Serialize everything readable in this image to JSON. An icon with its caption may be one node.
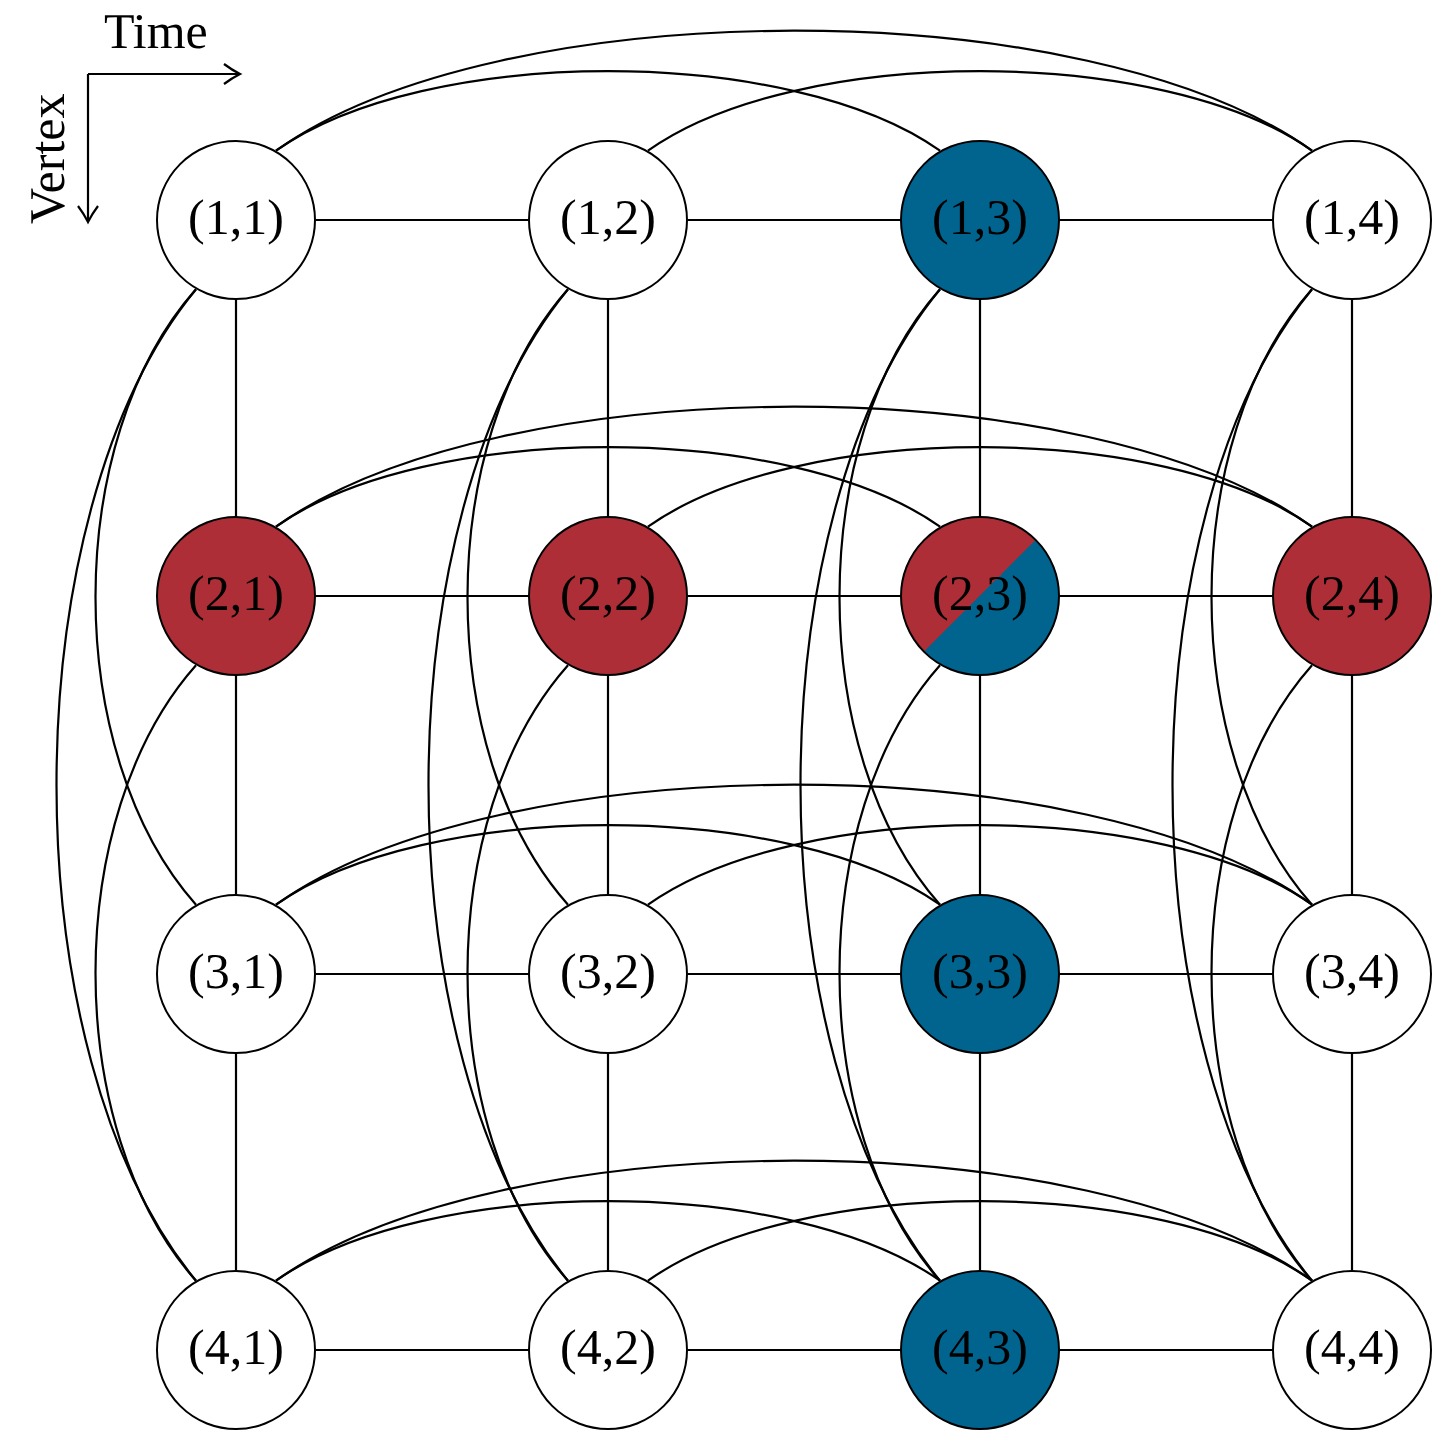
{
  "diagram": {
    "nodes": [
      {
        "text": [
          "(1,1)"
        ]
      },
      {
        "text": [
          "(1,2)"
        ]
      },
      {
        "text": [
          "(1,3)"
        ]
      },
      {
        "text": [
          "(1,4)"
        ]
      },
      {
        "text": [
          "(2,1)"
        ]
      },
      {
        "text": [
          "(2,2)"
        ]
      },
      {
        "text": [
          "(2,3)"
        ]
      },
      {
        "text": [
          "(2,4)"
        ]
      },
      {
        "text": [
          "(3,1)"
        ]
      },
      {
        "text": [
          "(3,2)"
        ]
      },
      {
        "text": [
          "(3,3)"
        ]
      },
      {
        "text": [
          "(3,4)"
        ]
      },
      {
        "text": [
          "(4,1)"
        ]
      },
      {
        "text": [
          "(4,2)"
        ]
      },
      {
        "text": [
          "(4,3)"
        ]
      },
      {
        "text": [
          "(4,4)"
        ]
      }
    ],
    "edges": [
      {
        "from": 0,
        "to": 1,
        "arrow": "none"
      },
      {
        "from": 0,
        "to": 2,
        "arrow": "none"
      },
      {
        "from": 0,
        "to": 3,
        "arrow": "none"
      },
      {
        "from": 1,
        "to": 2,
        "arrow": "none"
      },
      {
        "from": 1,
        "to": 3,
        "arrow": "none"
      },
      {
        "from": 2,
        "to": 3,
        "arrow": "none"
      },
      {
        "from": 4,
        "to": 5,
        "arrow": "none"
      },
      {
        "from": 4,
        "to": 6,
        "arrow": "none"
      },
      {
        "from": 4,
        "to": 7,
        "arrow": "none"
      },
      {
        "from": 5,
        "to": 6,
        "arrow": "none"
      },
      {
        "from": 5,
        "to": 7,
        "arrow": "none"
      },
      {
        "from": 6,
        "to": 7,
        "arrow": "none"
      },
      {
        "from": 8,
        "to": 9,
        "arrow": "none"
      },
      {
        "from": 8,
        "to": 10,
        "arrow": "none"
      },
      {
        "from": 8,
        "to": 11,
        "arrow": "none"
      },
      {
        "from": 9,
        "to": 10,
        "arrow": "none"
      },
      {
        "from": 9,
        "to": 11,
        "arrow": "none"
      },
      {
        "from": 10,
        "to": 11,
        "arrow": "none"
      },
      {
        "from": 12,
        "to": 13,
        "arrow": "none"
      },
      {
        "from": 12,
        "to": 14,
        "arrow": "none"
      },
      {
        "from": 12,
        "to": 15,
        "arrow": "none"
      },
      {
        "from": 13,
        "to": 14,
        "arrow": "none"
      },
      {
        "from": 13,
        "to": 15,
        "arrow": "none"
      },
      {
        "from": 14,
        "to": 15,
        "arrow": "none"
      },
      {
        "from": 0,
        "to": 4,
        "arrow": "none"
      },
      {
        "from": 0,
        "to": 8,
        "arrow": "none"
      },
      {
        "from": 0,
        "to": 12,
        "arrow": "none"
      },
      {
        "from": 4,
        "to": 8,
        "arrow": "none"
      },
      {
        "from": 4,
        "to": 12,
        "arrow": "none"
      },
      {
        "from": 8,
        "to": 12,
        "arrow": "none"
      },
      {
        "from": 1,
        "to": 5,
        "arrow": "none"
      },
      {
        "from": 1,
        "to": 9,
        "arrow": "none"
      },
      {
        "from": 1,
        "to": 13,
        "arrow": "none"
      },
      {
        "from": 5,
        "to": 9,
        "arrow": "none"
      },
      {
        "from": 5,
        "to": 13,
        "arrow": "none"
      },
      {
        "from": 9,
        "to": 13,
        "arrow": "none"
      },
      {
        "from": 2,
        "to": 6,
        "arrow": "none"
      },
      {
        "from": 2,
        "to": 10,
        "arrow": "none"
      },
      {
        "from": 2,
        "to": 14,
        "arrow": "none"
      },
      {
        "from": 6,
        "to": 10,
        "arrow": "none"
      },
      {
        "from": 6,
        "to": 14,
        "arrow": "none"
      },
      {
        "from": 10,
        "to": 14,
        "arrow": "none"
      },
      {
        "from": 3,
        "to": 7,
        "arrow": "none"
      },
      {
        "from": 3,
        "to": 11,
        "arrow": "none"
      },
      {
        "from": 3,
        "to": 15,
        "arrow": "none"
      },
      {
        "from": 7,
        "to": 11,
        "arrow": "none"
      },
      {
        "from": 7,
        "to": 15,
        "arrow": "none"
      },
      {
        "from": 11,
        "to": 15,
        "arrow": "none"
      }
    ],
    "labels": [
      "Time",
      "Vertex"
    ]
  }
}
